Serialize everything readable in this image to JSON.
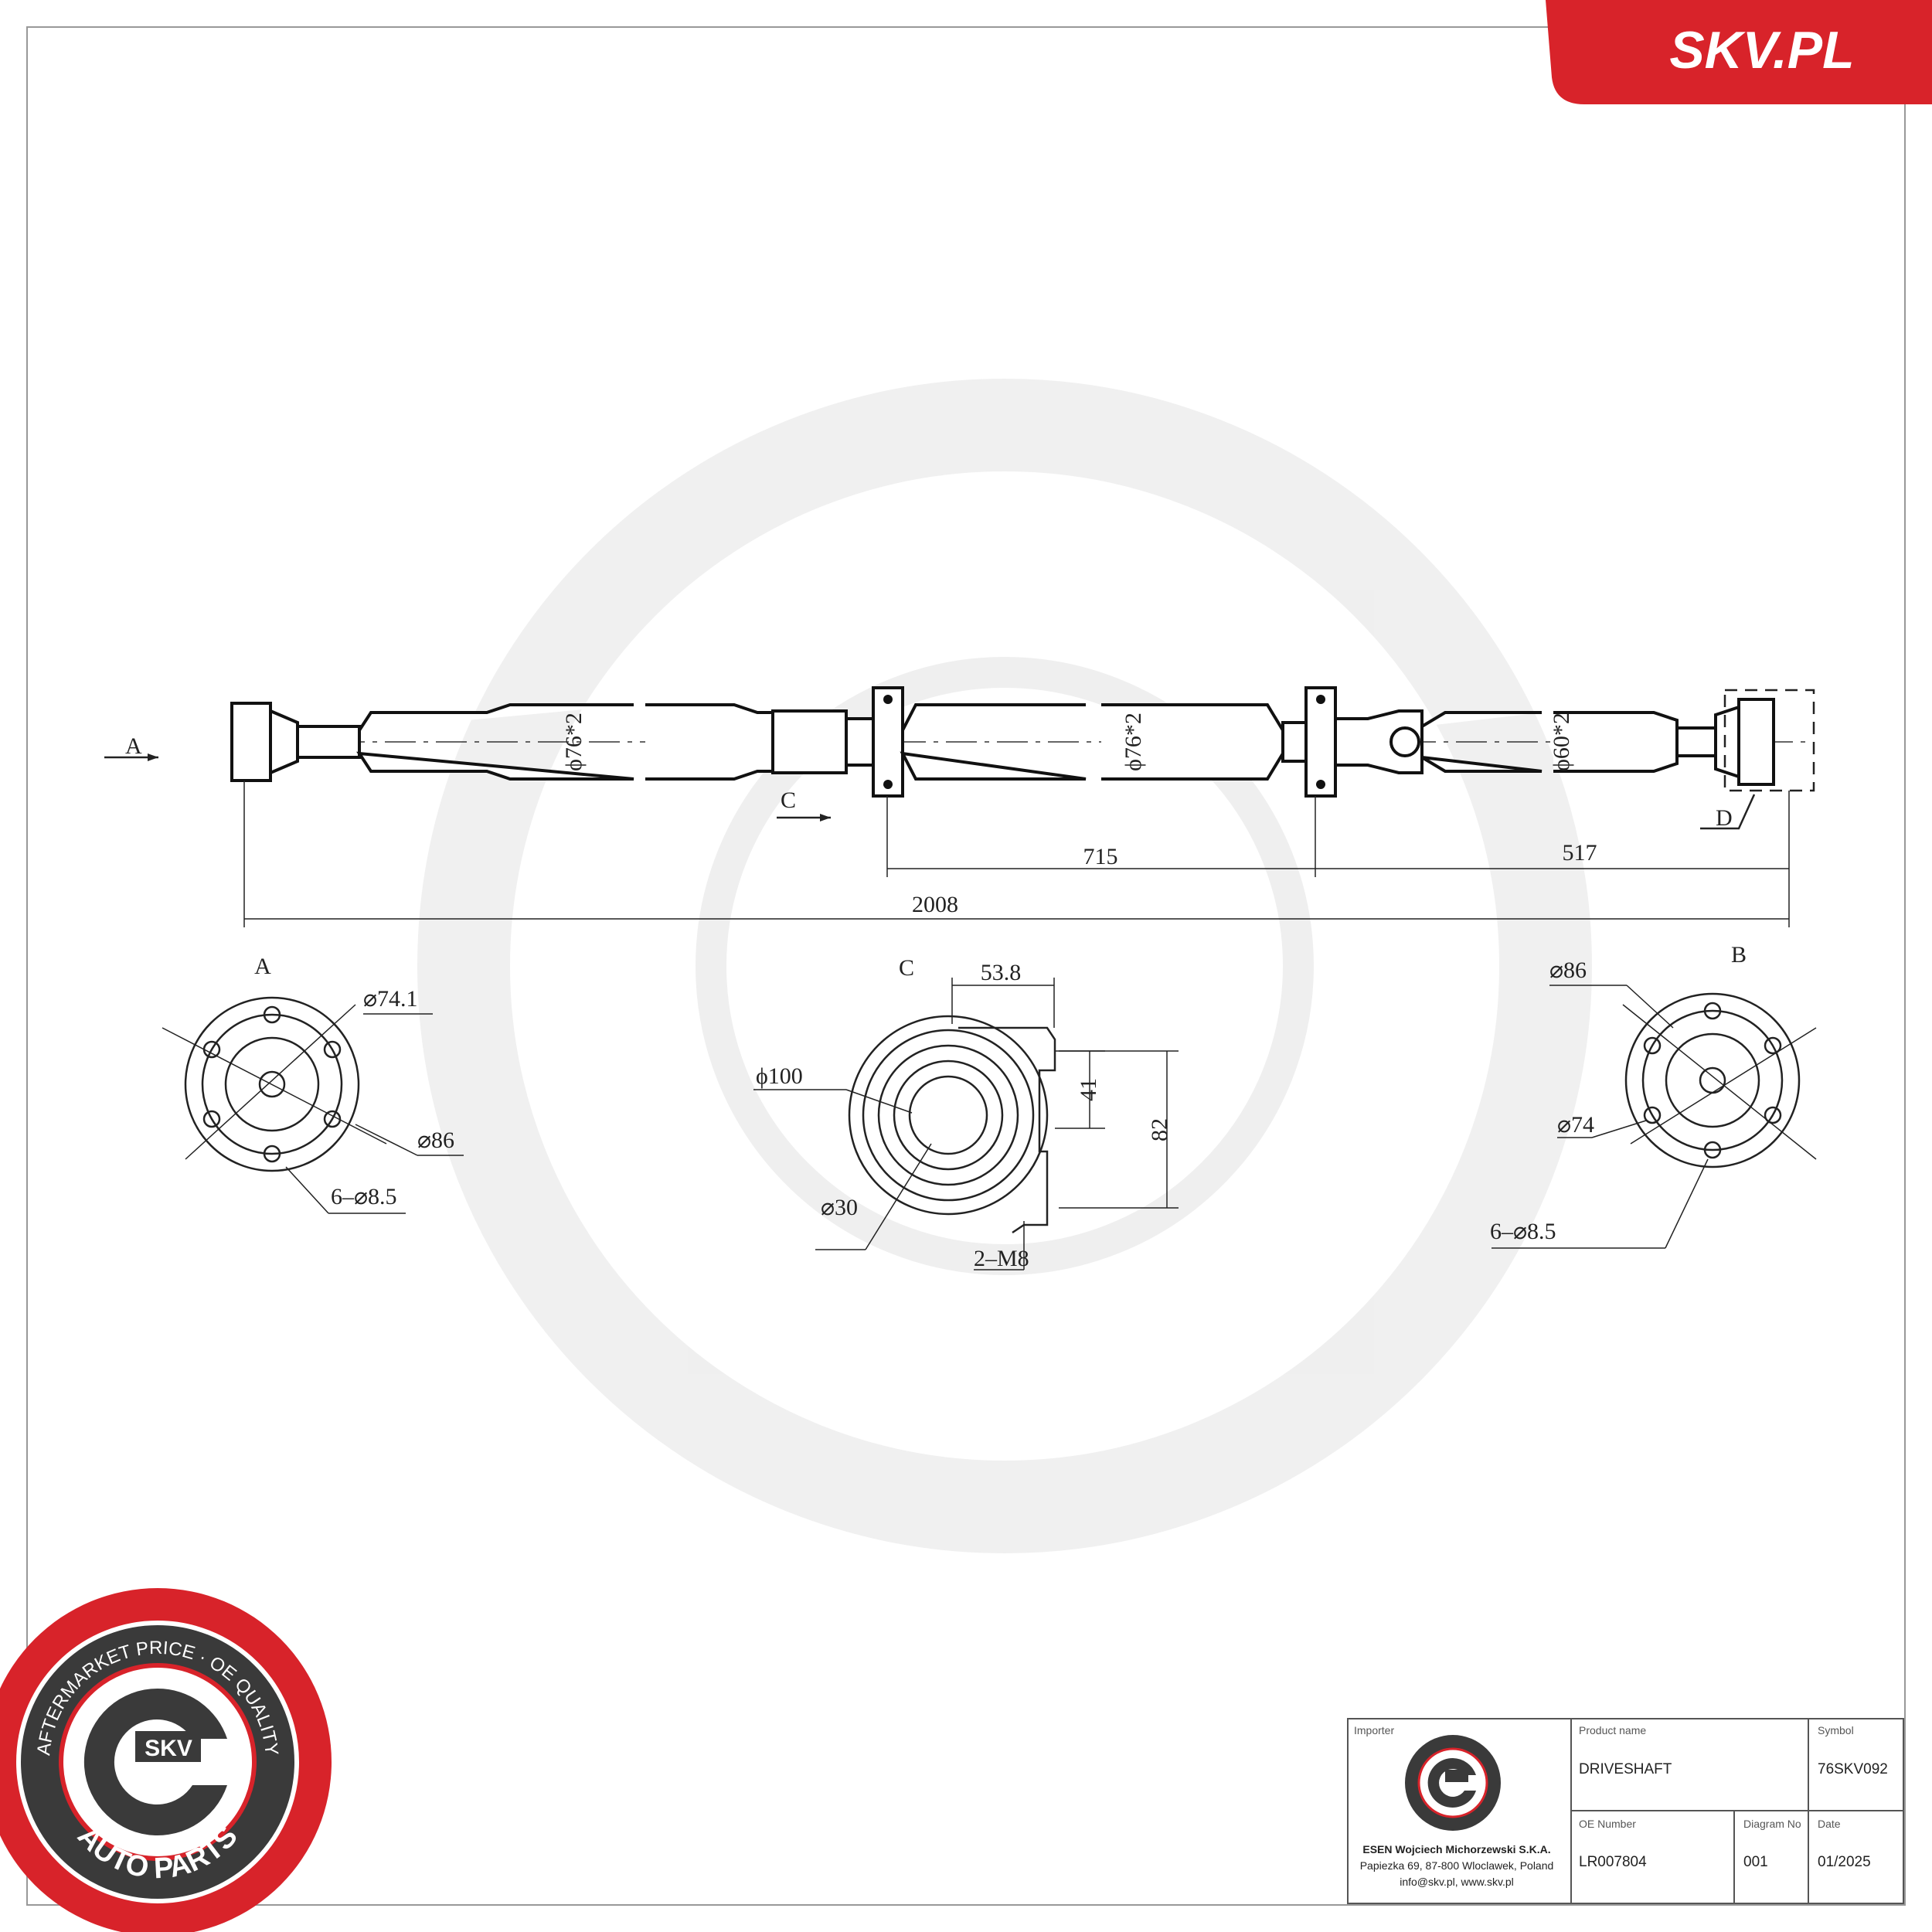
{
  "brand": {
    "site": "SKV.PL",
    "color": "#d8232a"
  },
  "badge": {
    "top_text": "AFTERMARKET PRICE · OE QUALITY",
    "bottom_text": "AUTO PARTS",
    "center": "SKV"
  },
  "drawing": {
    "section_labels": {
      "a": "A",
      "c": "C",
      "d": "D",
      "b": "B"
    },
    "tube_diameters": [
      "ϕ76*2",
      "ϕ76*2",
      "ϕ60*2"
    ],
    "dimensions": {
      "mid": "715",
      "rear": "517",
      "total": "2008"
    },
    "view_a": {
      "title": "A",
      "d1": "⌀74.1",
      "d2": "⌀86",
      "holes": "6–⌀8.5"
    },
    "view_c": {
      "title": "C",
      "width": "53.8",
      "outer": "ϕ100",
      "h1": "41",
      "h2": "82",
      "bore": "⌀30",
      "bolts": "2–M8"
    },
    "view_b": {
      "title": "B",
      "d1": "⌀86",
      "d2": "⌀74",
      "holes": "6–⌀8.5"
    }
  },
  "title_block": {
    "importer_label": "Importer",
    "company": "ESEN Wojciech Michorzewski S.K.A.",
    "address": "Papiezka 69, 87-800 Wloclawek, Poland",
    "contact": "info@skv.pl, www.skv.pl",
    "product_name_label": "Product name",
    "product_name": "DRIVESHAFT",
    "symbol_label": "Symbol",
    "symbol": "76SKV092",
    "oe_label": "OE Number",
    "oe": "LR007804",
    "diagram_label": "Diagram No",
    "diagram": "001",
    "date_label": "Date",
    "date": "01/2025"
  }
}
